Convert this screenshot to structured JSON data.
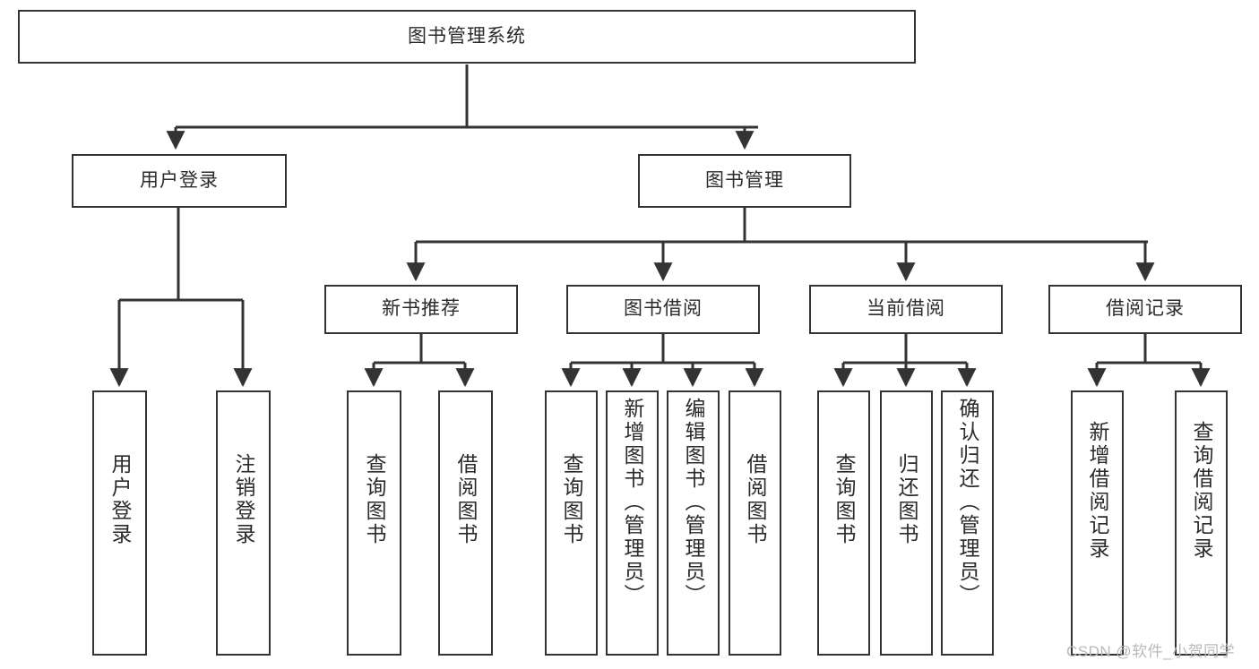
{
  "diagram": {
    "title": "图书管理系统",
    "type": "hierarchy-tree",
    "colors": {
      "box_border": "#333333",
      "box_fill": "#ffffff",
      "edge": "#333333",
      "text": "#2b2b2b",
      "watermark": "#b9b9b9",
      "background": "#ffffff"
    },
    "nodes": {
      "root": {
        "label": "图书管理系统"
      },
      "level1": [
        {
          "id": "user-login",
          "label": "用户登录"
        },
        {
          "id": "book-manage",
          "label": "图书管理"
        }
      ],
      "level2": [
        {
          "id": "new-book-recommend",
          "label": "新书推荐"
        },
        {
          "id": "book-borrow",
          "label": "图书借阅"
        },
        {
          "id": "current-borrow",
          "label": "当前借阅"
        },
        {
          "id": "borrow-record",
          "label": "借阅记录"
        }
      ],
      "leaves": {
        "user-login": [
          {
            "id": "leaf-user-login",
            "label": "用户登录"
          },
          {
            "id": "leaf-logout-login",
            "label": "注销登录"
          }
        ],
        "new-book-recommend": [
          {
            "id": "leaf-query-book-1",
            "label": "查询图书"
          },
          {
            "id": "leaf-borrow-book-1",
            "label": "借阅图书"
          }
        ],
        "book-borrow": [
          {
            "id": "leaf-query-book-2",
            "label": "查询图书"
          },
          {
            "id": "leaf-add-book",
            "label": "新增图书（管理员）"
          },
          {
            "id": "leaf-edit-book",
            "label": "编辑图书（管理员）"
          },
          {
            "id": "leaf-borrow-book-2",
            "label": "借阅图书"
          }
        ],
        "current-borrow": [
          {
            "id": "leaf-query-book-3",
            "label": "查询图书"
          },
          {
            "id": "leaf-return-book",
            "label": "归还图书"
          },
          {
            "id": "leaf-confirm-return",
            "label": "确认归还（管理员）"
          }
        ],
        "borrow-record": [
          {
            "id": "leaf-add-record",
            "label": "新增借阅记录"
          },
          {
            "id": "leaf-query-record",
            "label": "查询借阅记录"
          }
        ]
      }
    },
    "watermark": "CSDN @软件_小贺同学"
  }
}
